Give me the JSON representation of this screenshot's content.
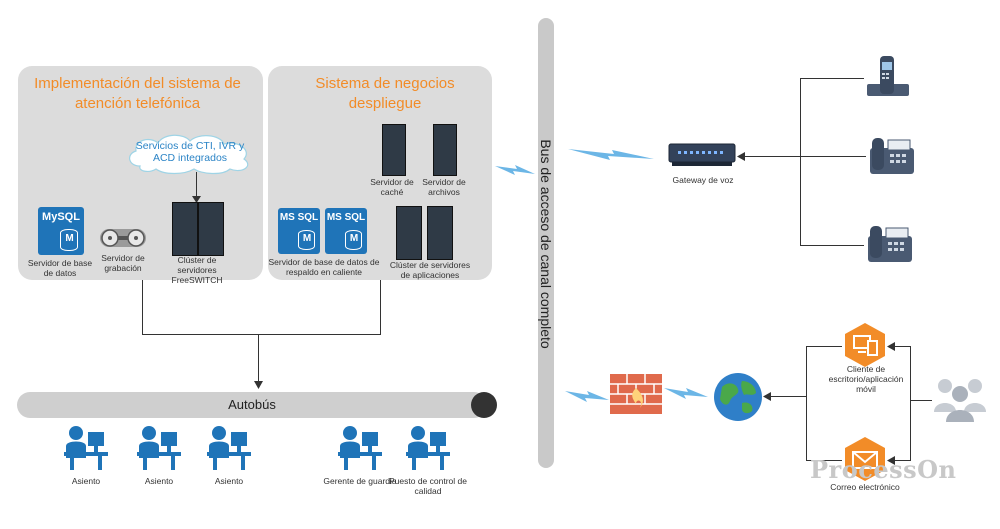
{
  "panels": {
    "left_title": "Implementación del sistema de atención telefónica",
    "right_title": "Sistema de negocios despliegue"
  },
  "cloud": {
    "text": "Servicios de CTI, IVR y ACD integrados"
  },
  "left_nodes": {
    "mysql_label": "Servidor de base de datos",
    "mysql_logo": "MySQL",
    "recorder_label": "Servidor de grabación",
    "freeswitch_label": "Clúster de servidores FreeSWITCH"
  },
  "right_nodes": {
    "cache_label": "Servidor de caché",
    "files_label": "Servidor de archivos",
    "mssql_logo": "MS SQL",
    "mssql_label": "Servidor de base de datos de respaldo en caliente",
    "app_cluster_label": "Clúster de servidores de aplicaciones"
  },
  "buses": {
    "vertical": "Bus de acceso de canal completo",
    "horizontal": "Autobús"
  },
  "seats": [
    {
      "label": "Asiento"
    },
    {
      "label": "Asiento"
    },
    {
      "label": "Asiento"
    },
    {
      "label": "Gerente de guardia"
    },
    {
      "label": "Puesto de control de calidad"
    }
  ],
  "telephony": {
    "gateway_label": "Gateway de voz"
  },
  "clients": {
    "desktop_label": "Cliente de escritorio/aplicación móvil",
    "email_label": "Correo electrónico"
  },
  "watermark": "ProcessOn",
  "colors": {
    "accent_orange": "#f28c28",
    "icon_blue": "#1f74b8",
    "lightning_blue": "#6cb6e6"
  }
}
